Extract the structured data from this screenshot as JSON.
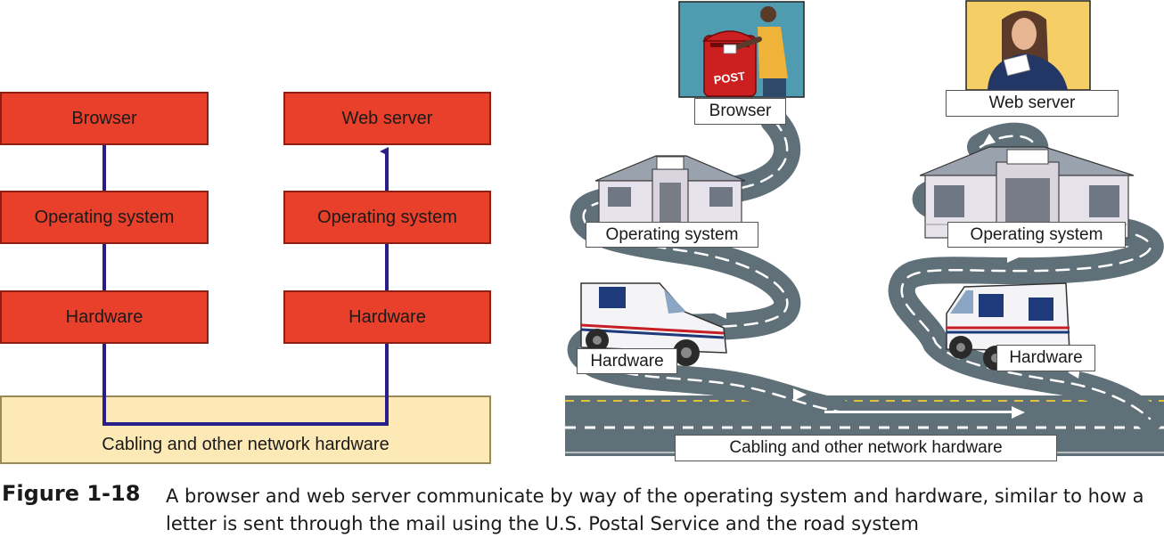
{
  "left_diagram": {
    "browser": "Browser",
    "web_server": "Web server",
    "os_left": "Operating system",
    "os_right": "Operating system",
    "hw_left": "Hardware",
    "hw_right": "Hardware",
    "network": "Cabling and other network hardware"
  },
  "right_illustration": {
    "browser": "Browser",
    "web_server": "Web server",
    "os_left": "Operating system",
    "os_right": "Operating system",
    "hw_left": "Hardware",
    "hw_right": "Hardware",
    "network": "Cabling and other network hardware",
    "mailbox_text": "POST"
  },
  "caption": {
    "figure_number": "Figure 1-18",
    "text": "A browser and web server communicate by way of the operating system and hardware, similar to how a letter is sent through the mail using the U.S. Postal Service and the road system"
  },
  "colors": {
    "layer_box": "#e8402a",
    "network_box": "#fde9b6",
    "connector": "#2a1f8a",
    "road": "#5f7078"
  }
}
